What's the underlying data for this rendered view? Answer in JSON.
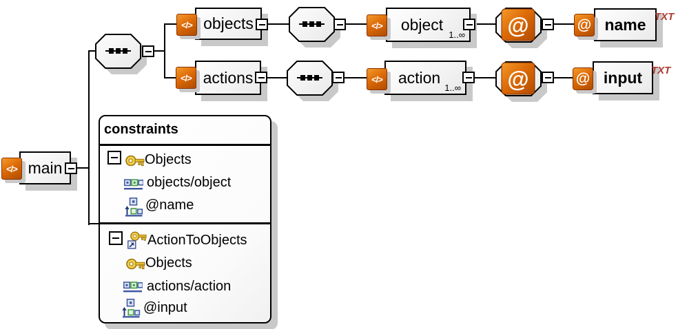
{
  "colors": {
    "accent_orange": "#dd6b08",
    "shadow_gray": "#c9c9c9",
    "line_black": "#000000",
    "type_label_red": "#b03a30",
    "key_gold": "#e8bc2e"
  },
  "diagram": {
    "element_icon_glyph": "</>",
    "attribute_icon_glyph": "@",
    "main": {
      "label": "main"
    },
    "objects": {
      "label": "objects"
    },
    "actions": {
      "label": "actions"
    },
    "object": {
      "label": "object",
      "cardinality": "1..∞"
    },
    "action": {
      "label": "action",
      "cardinality": "1..∞"
    },
    "name_attr": {
      "label": "name",
      "type": "TXT"
    },
    "input_attr": {
      "label": "input",
      "type": "TXT"
    }
  },
  "constraints_panel": {
    "title": "constraints",
    "groups": [
      {
        "items": [
          {
            "icon": "key-icon",
            "label": "Objects"
          },
          {
            "icon": "selector-icon",
            "label": "objects/object"
          },
          {
            "icon": "field-icon",
            "label": "@name"
          }
        ]
      },
      {
        "items": [
          {
            "icon": "keyref-icon",
            "label": "ActionToObjects"
          },
          {
            "icon": "key-icon",
            "label": "Objects"
          },
          {
            "icon": "selector-icon",
            "label": "actions/action"
          },
          {
            "icon": "field-icon",
            "label": "@input"
          }
        ]
      }
    ]
  }
}
